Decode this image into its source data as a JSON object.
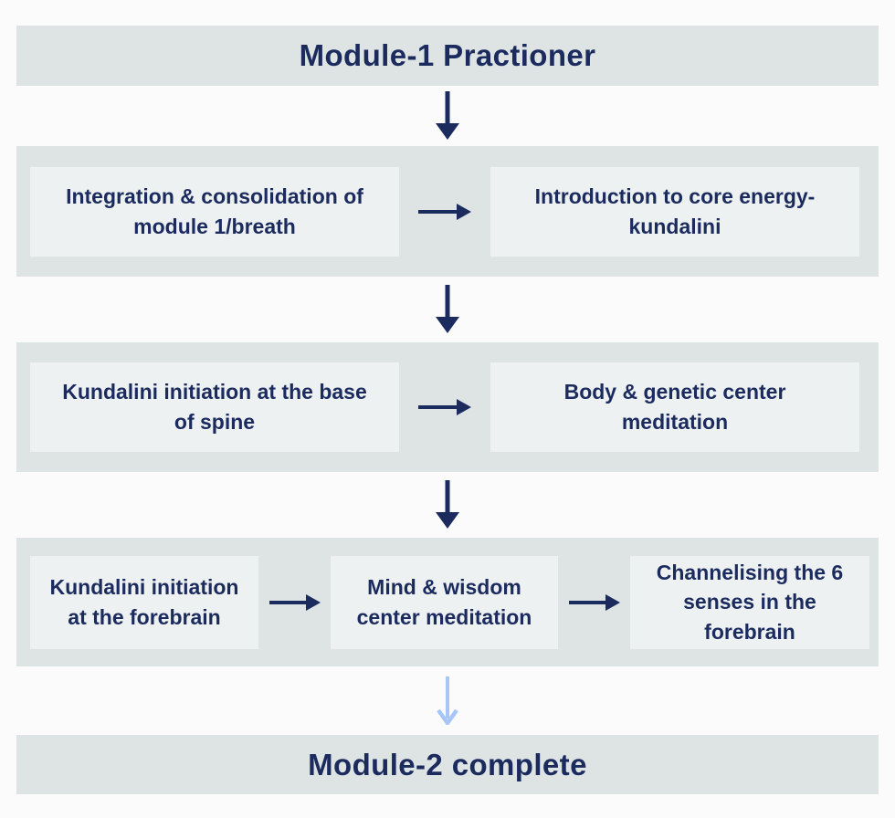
{
  "colors": {
    "navy": "#1b2b5e",
    "section_bg": "#dee4e3",
    "box_bg": "#eef1f2",
    "light_arrow": "#a6c6f7",
    "page_bg": "#fafbfa"
  },
  "header": {
    "label": "Module-1 Practioner"
  },
  "rows": [
    {
      "boxes": [
        {
          "label": "Integration & consolidation of module 1/breath"
        },
        {
          "label": "Introduction to core energy-kundalini"
        }
      ]
    },
    {
      "boxes": [
        {
          "label": "Kundalini initiation at the base of spine"
        },
        {
          "label": "Body  & genetic center meditation"
        }
      ]
    },
    {
      "boxes": [
        {
          "label": "Kundalini initiation at the forebrain"
        },
        {
          "label": "Mind & wisdom center meditation"
        },
        {
          "label": "Channelising the 6 senses in the forebrain"
        }
      ]
    }
  ],
  "footer": {
    "label": "Module-2 complete"
  }
}
